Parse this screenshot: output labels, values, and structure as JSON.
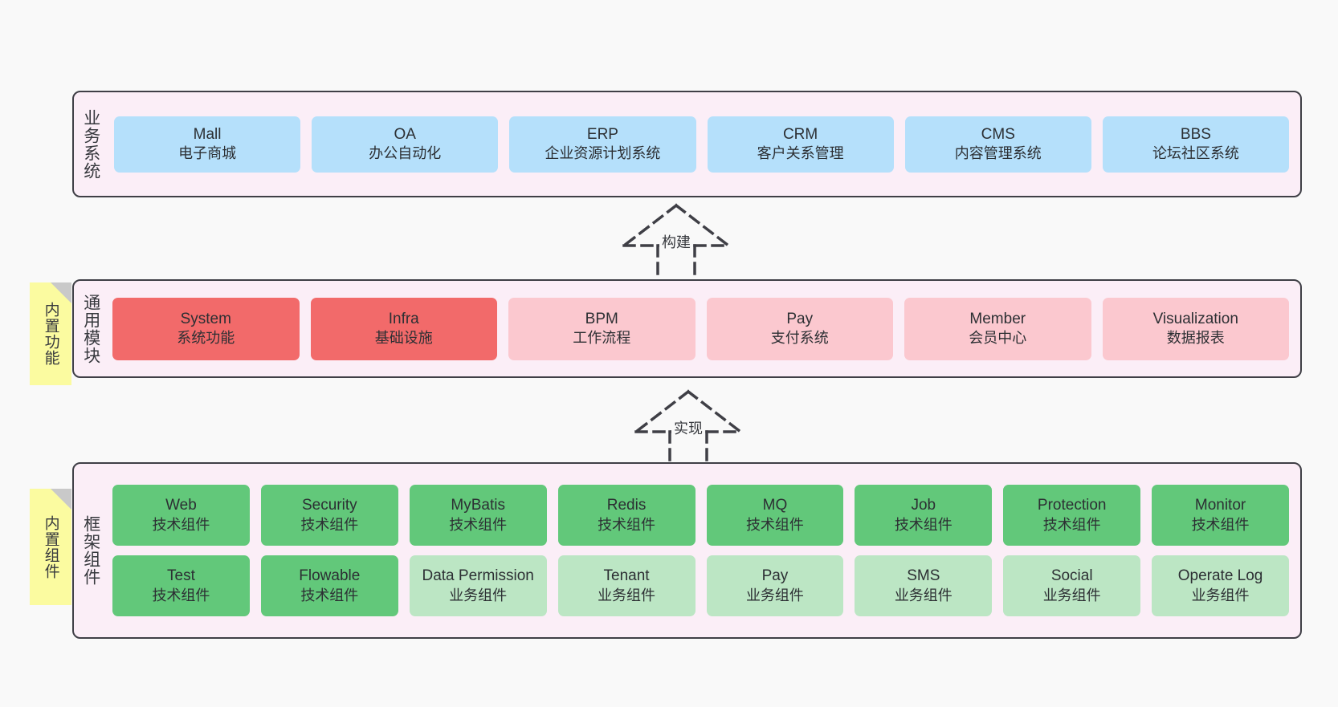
{
  "diagram": {
    "background_color": "#f9f9f9",
    "border_color": "#3f3f46",
    "band_color": "#fbeef7",
    "note_color": "#fbfba0"
  },
  "layers": [
    {
      "id": "business",
      "title": "业务系统",
      "card_color": "#b5e0fb",
      "rows": [
        {
          "cards": [
            {
              "title": "Mall",
              "sub": "电子商城",
              "variant": "c-blue"
            },
            {
              "title": "OA",
              "sub": "办公自动化",
              "variant": "c-blue"
            },
            {
              "title": "ERP",
              "sub": "企业资源计划系统",
              "variant": "c-blue"
            },
            {
              "title": "CRM",
              "sub": "客户关系管理",
              "variant": "c-blue"
            },
            {
              "title": "CMS",
              "sub": "内容管理系统",
              "variant": "c-blue"
            },
            {
              "title": "BBS",
              "sub": "论坛社区系统",
              "variant": "c-blue"
            }
          ]
        }
      ]
    },
    {
      "id": "common",
      "title": "通用模块",
      "card_color": "#f26a6a",
      "rows": [
        {
          "cards": [
            {
              "title": "System",
              "sub": "系统功能",
              "variant": "c-red"
            },
            {
              "title": "Infra",
              "sub": "基础设施",
              "variant": "c-red"
            },
            {
              "title": "BPM",
              "sub": "工作流程",
              "variant": "c-pink"
            },
            {
              "title": "Pay",
              "sub": "支付系统",
              "variant": "c-pink"
            },
            {
              "title": "Member",
              "sub": "会员中心",
              "variant": "c-pink"
            },
            {
              "title": "Visualization",
              "sub": "数据报表",
              "variant": "c-pink"
            }
          ]
        }
      ]
    },
    {
      "id": "framework",
      "title": "框架组件",
      "card_color": "#62c87a",
      "rows": [
        {
          "cards": [
            {
              "title": "Web",
              "sub": "技术组件",
              "variant": "c-green"
            },
            {
              "title": "Security",
              "sub": "技术组件",
              "variant": "c-green"
            },
            {
              "title": "MyBatis",
              "sub": "技术组件",
              "variant": "c-green"
            },
            {
              "title": "Redis",
              "sub": "技术组件",
              "variant": "c-green"
            },
            {
              "title": "MQ",
              "sub": "技术组件",
              "variant": "c-green"
            },
            {
              "title": "Job",
              "sub": "技术组件",
              "variant": "c-green"
            },
            {
              "title": "Protection",
              "sub": "技术组件",
              "variant": "c-green"
            },
            {
              "title": "Monitor",
              "sub": "技术组件",
              "variant": "c-green"
            }
          ]
        },
        {
          "cards": [
            {
              "title": "Test",
              "sub": "技术组件",
              "variant": "c-green"
            },
            {
              "title": "Flowable",
              "sub": "技术组件",
              "variant": "c-green"
            },
            {
              "title": "Data Permission",
              "sub": "业务组件",
              "variant": "c-lightgreen"
            },
            {
              "title": "Tenant",
              "sub": "业务组件",
              "variant": "c-lightgreen"
            },
            {
              "title": "Pay",
              "sub": "业务组件",
              "variant": "c-lightgreen"
            },
            {
              "title": "SMS",
              "sub": "业务组件",
              "variant": "c-lightgreen"
            },
            {
              "title": "Social",
              "sub": "业务组件",
              "variant": "c-lightgreen"
            },
            {
              "title": "Operate Log",
              "sub": "业务组件",
              "variant": "c-lightgreen"
            }
          ]
        }
      ]
    }
  ],
  "notes": [
    {
      "id": "builtin-func",
      "label": "内置功能"
    },
    {
      "id": "builtin-comp",
      "label": "内置组件"
    }
  ],
  "connectors": [
    {
      "id": "build",
      "label": "构建"
    },
    {
      "id": "implement",
      "label": "实现"
    }
  ]
}
